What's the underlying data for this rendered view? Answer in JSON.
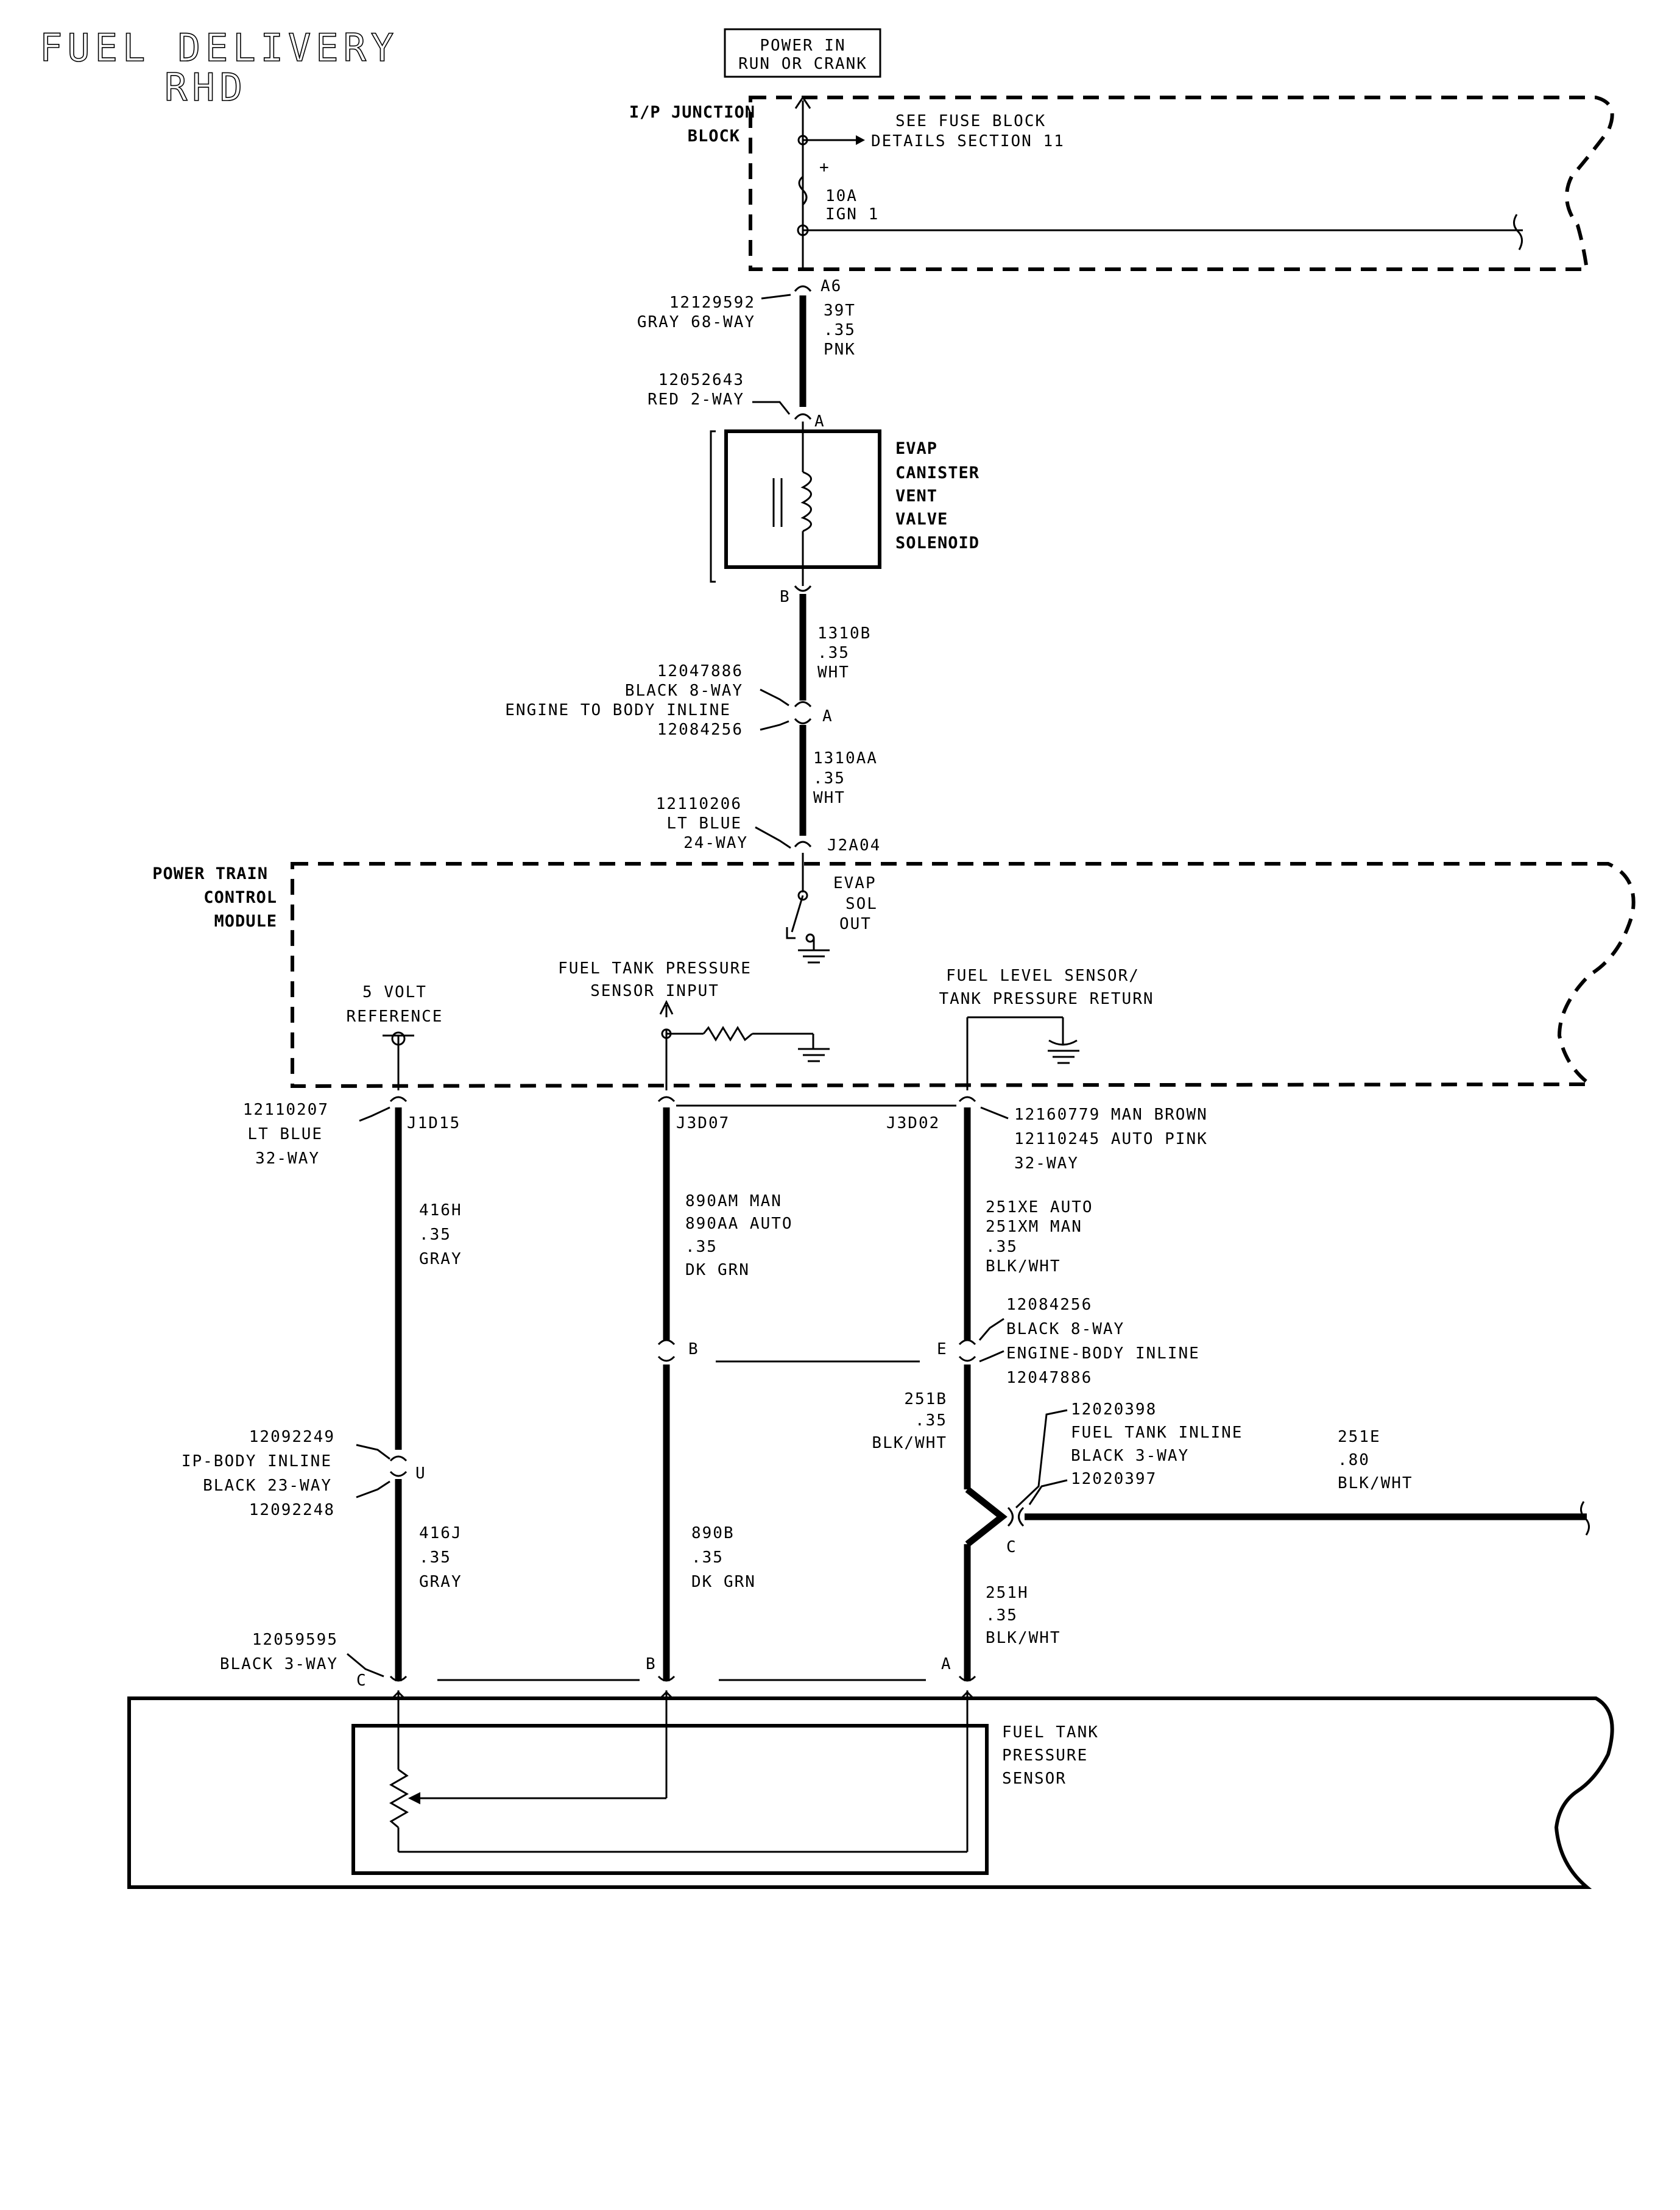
{
  "title": {
    "line1": "FUEL DELIVERY",
    "line2": "RHD"
  },
  "power_in": {
    "line1": "POWER IN",
    "line2": "RUN OR CRANK"
  },
  "ip_junction_block": {
    "label_line1": "I/P JUNCTION",
    "label_line2": "BLOCK",
    "see_fuse_line1": "SEE FUSE BLOCK",
    "see_fuse_line2": "DETAILS SECTION 11",
    "plus": "+",
    "fuse_rating": "10A",
    "fuse_name": "IGN 1"
  },
  "conn_a6": {
    "pin": "A6",
    "part": "12129592",
    "desc": "GRAY 68-WAY"
  },
  "wire_39t": {
    "circuit": "39T",
    "gauge": ".35",
    "color": "PNK"
  },
  "solenoid_conn": {
    "part": "12052643",
    "desc": "RED 2-WAY",
    "pin_a": "A",
    "pin_b": "B"
  },
  "solenoid": {
    "line1": "EVAP",
    "line2": "CANISTER",
    "line3": "VENT",
    "line4": "VALVE",
    "line5": "SOLENOID"
  },
  "wire_1310b": {
    "circuit": "1310B",
    "gauge": ".35",
    "color": "WHT"
  },
  "inline_a": {
    "part1": "12047886",
    "desc1": "BLACK 8-WAY",
    "desc2": "ENGINE TO BODY INLINE",
    "part2": "12084256",
    "pin": "A"
  },
  "wire_1310aa": {
    "circuit": "1310AA",
    "gauge": ".35",
    "color": "WHT"
  },
  "pcm_conn_top": {
    "part": "12110206",
    "desc1": "LT BLUE",
    "desc2": "24-WAY",
    "pin": "J2A04"
  },
  "pcm": {
    "label_line1": "POWER TRAIN",
    "label_line2": "CONTROL",
    "label_line3": "MODULE",
    "evap_line1": "EVAP",
    "evap_line2": "SOL",
    "evap_line3": "OUT",
    "ref_line1": "5 VOLT",
    "ref_line2": "REFERENCE",
    "ftp_line1": "FUEL TANK PRESSURE",
    "ftp_line2": "SENSOR INPUT",
    "ret_line1": "FUEL LEVEL SENSOR/",
    "ret_line2": "TANK PRESSURE RETURN"
  },
  "pcm_conn_left": {
    "part": "12110207",
    "desc1": "LT BLUE",
    "desc2": "32-WAY",
    "pin": "J1D15"
  },
  "pcm_pin_mid": "J3D07",
  "pcm_pin_right": "J3D02",
  "pcm_conn_right": {
    "part1": "12160779 MAN BROWN",
    "part2": "12110245 AUTO PINK",
    "desc": "32-WAY"
  },
  "wire_416h": {
    "circuit": "416H",
    "gauge": ".35",
    "color": "GRAY"
  },
  "wire_890": {
    "circuit1": "890AM MAN",
    "circuit2": "890AA AUTO",
    "gauge": ".35",
    "color": "DK GRN"
  },
  "wire_251x": {
    "circuit1": "251XE AUTO",
    "circuit2": "251XM MAN",
    "gauge": ".35",
    "color": "BLK/WHT"
  },
  "engine_body_inline": {
    "part1": "12084256",
    "desc1": "BLACK 8-WAY",
    "desc2": "ENGINE-BODY INLINE",
    "part2": "12047886",
    "pin_b": "B",
    "pin_e": "E"
  },
  "wire_251b": {
    "circuit": "251B",
    "gauge": ".35",
    "color": "BLK/WHT"
  },
  "fuel_tank_inline": {
    "part1": "12020398",
    "desc1": "FUEL TANK INLINE",
    "desc2": "BLACK 3-WAY",
    "part2": "12020397",
    "pin": "C"
  },
  "wire_251e": {
    "circuit": "251E",
    "gauge": ".80",
    "color": "BLK/WHT"
  },
  "ip_body_inline": {
    "part1": "12092249",
    "desc1": "IP-BODY INLINE",
    "desc2": "BLACK 23-WAY",
    "part2": "12092248",
    "pin": "U"
  },
  "wire_416j": {
    "circuit": "416J",
    "gauge": ".35",
    "color": "GRAY"
  },
  "wire_890b": {
    "circuit": "890B",
    "gauge": ".35",
    "color": "DK GRN"
  },
  "wire_251h": {
    "circuit": "251H",
    "gauge": ".35",
    "color": "BLK/WHT"
  },
  "sensor_conn": {
    "part": "12059595",
    "desc": "BLACK 3-WAY",
    "pin_c": "C",
    "pin_b": "B",
    "pin_a": "A"
  },
  "sensor": {
    "line1": "FUEL TANK",
    "line2": "PRESSURE",
    "line3": "SENSOR"
  }
}
